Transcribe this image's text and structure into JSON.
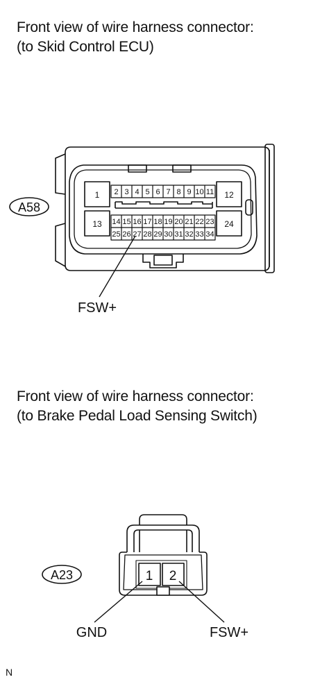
{
  "connector_a58": {
    "caption_line1": "Front view of wire harness connector:",
    "caption_line2": "(to Skid Control ECU)",
    "code": "A58",
    "pins_upper": [
      "2",
      "3",
      "4",
      "5",
      "6",
      "7",
      "8",
      "9",
      "10",
      "11"
    ],
    "pins_middle": [
      "14",
      "15",
      "16",
      "17",
      "18",
      "19",
      "20",
      "21",
      "22",
      "23"
    ],
    "pins_lower": [
      "25",
      "26",
      "27",
      "28",
      "29",
      "30",
      "31",
      "32",
      "33",
      "34"
    ],
    "pin_left_top": "1",
    "pin_left_bottom": "13",
    "pin_right_top": "12",
    "pin_right_bottom": "24",
    "terminal_label": "FSW+"
  },
  "connector_a23": {
    "caption_line1": "Front view of wire harness connector:",
    "caption_line2": "(to Brake Pedal Load Sensing Switch)",
    "code": "A23",
    "pin_1": "1",
    "pin_2": "2",
    "label_gnd": "GND",
    "label_fsw": "FSW+"
  },
  "footer_mark": "N"
}
